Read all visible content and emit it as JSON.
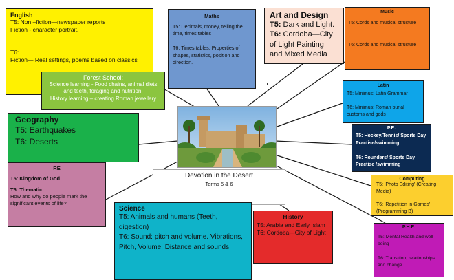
{
  "english": {
    "heading": "English",
    "body": "T5: Non –fiction—newspaper reports\nFiction - character portrait,\n\n\nT6:\nFiction— Real settings, poems based on classics",
    "color": "#fff100"
  },
  "forest_school": {
    "heading": "Forest School:",
    "body": "Science learning - Food chains, animal diets and teeth, foraging and nutrition.\nHistory learning – creating Roman jewellery",
    "color": "#8bc53f"
  },
  "maths": {
    "heading": "Maths",
    "body": "T5: Decimals, money, telling the time,  times tables\n\nT6:  Times tables, Properties of shapes, statistics, position and direction.",
    "color": "#6f97cf"
  },
  "art": {
    "heading": "Art and Design",
    "t5_label": "T5:",
    "t5_text": " Dark and Light.",
    "t6_label": "T6:",
    "t6_text": " Cordoba—City of Light Painting and Mixed Media",
    "color": "#fbe0d3"
  },
  "music": {
    "heading": "Music",
    "body": "T5:  Cords and musical structure\n\n\nT6: Cords and musical structure",
    "color": "#f47a20"
  },
  "latin": {
    "heading": "Latin",
    "body": "T5: Minimus: Latin Grammar\n\nT6: Minimus: Roman burial customs and gods",
    "color": "#0ea5e9"
  },
  "pe": {
    "heading": "P.E.",
    "body": "T5: Hockey/Tennis/ Sports Day Practise/swimming\n\nT6: Rounders/ Sports Day Practise /swimming",
    "color": "#0c2a52"
  },
  "geography": {
    "heading": "Geography",
    "body": "T5: Earthquakes\nT6: Deserts",
    "color": "#1ab14a"
  },
  "re": {
    "heading": "RE",
    "t5": "T5: Kingdom of God",
    "t6": "T6: Thematic",
    "body": "How and why do people mark the significant events of life?",
    "color": "#c57ea3"
  },
  "center": {
    "title": "Devotion in the Desert",
    "subtitle": "Terms 5 & 6"
  },
  "science": {
    "heading": "Science",
    "body": "T5: Animals and humans (Teeth, digestion)\nT6: Sound: pitch and volume. Vibrations, Pitch, Volume, Distance and sounds",
    "color": "#0fb3c9"
  },
  "history": {
    "heading": "History",
    "body": "T5: Arabia and Early Islam\nT6: Cordoba—City of Light",
    "color": "#e42b2b"
  },
  "computing": {
    "heading": "Computing",
    "body": "T5: 'Photo Editing' (Creating Media)\n\nT6: 'Repetition in Games' (Programming B)",
    "color": "#fccf2e"
  },
  "phe": {
    "heading": "P.H.E.",
    "body": "T5: Mental Health and well-being\n\nT6: Transition, relationships and change",
    "color": "#c01bb6"
  },
  "connector_color": "#1a1a1a"
}
